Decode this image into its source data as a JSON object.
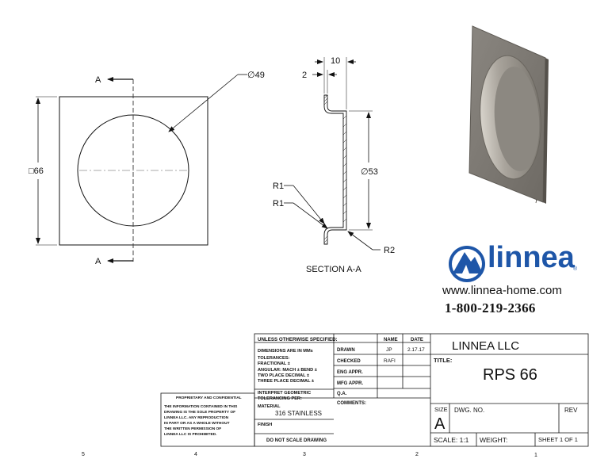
{
  "views": {
    "section_marker": "A",
    "dim_circle_dia": "∅49",
    "dim_square": "□66",
    "dim_depth": "10",
    "dim_flange": "2",
    "dim_inner_dia": "∅53",
    "radius_1a": "R1",
    "radius_1b": "R1",
    "radius_2": "R2",
    "section_label": "SECTION A-A"
  },
  "logo": {
    "brand": "linnea",
    "registered": "®",
    "url": "www.linnea-home.com",
    "phone": "1-800-219-2366",
    "color": "#1e56a8"
  },
  "title_block": {
    "unless_specified": "UNLESS OTHERWISE SPECIFIED:",
    "dimensions": "DIMENSIONS ARE IN MMs",
    "tolerances": "TOLERANCES:",
    "fractional": "FRACTIONAL ±",
    "angular": "ANGULAR: MACH ±    BEND ±",
    "two_place": "TWO PLACE DECIMAL    ±",
    "three_place": "THREE PLACE DECIMAL    ±",
    "interpret": "INTERPRET GEOMETRIC",
    "tolerancing": "TOLERANCING PER:",
    "material_label": "MATERIAL",
    "material": "316 STAINLESS",
    "finish_label": "FINISH",
    "no_scale": "DO NOT SCALE DRAWING",
    "col_name": "NAME",
    "col_date": "DATE",
    "drawn_label": "DRAWN",
    "drawn_name": "JP",
    "drawn_date": "2.17.17",
    "checked_label": "CHECKED",
    "checked_name": "RAFI",
    "eng_appr": "ENG APPR.",
    "mfg_appr": "MFG APPR.",
    "qa": "Q.A.",
    "comments": "COMMENTS:",
    "company": "LINNEA LLC",
    "title_label": "TITLE:",
    "title": "RPS 66",
    "size_label": "SIZE",
    "size": "A",
    "dwg_no_label": "DWG.  NO.",
    "rev_label": "REV",
    "scale": "SCALE: 1:1",
    "weight": "WEIGHT:",
    "sheet": "SHEET 1 OF 1",
    "proprietary_title": "PROPRIETARY AND CONFIDENTIAL",
    "proprietary_lines": [
      "THE INFORMATION CONTAINED IN THIS",
      "DRAWING IS THE SOLE PROPERTY OF",
      "LINNEA LLC.  ANY REPRODUCTION",
      "IN PART OR AS A WHOLE WITHOUT",
      "THE WRITTEN PERMISSION OF",
      "LINNEA LLC IS PROHIBITED."
    ]
  },
  "zones": [
    "5",
    "4",
    "3",
    "2",
    "1"
  ]
}
